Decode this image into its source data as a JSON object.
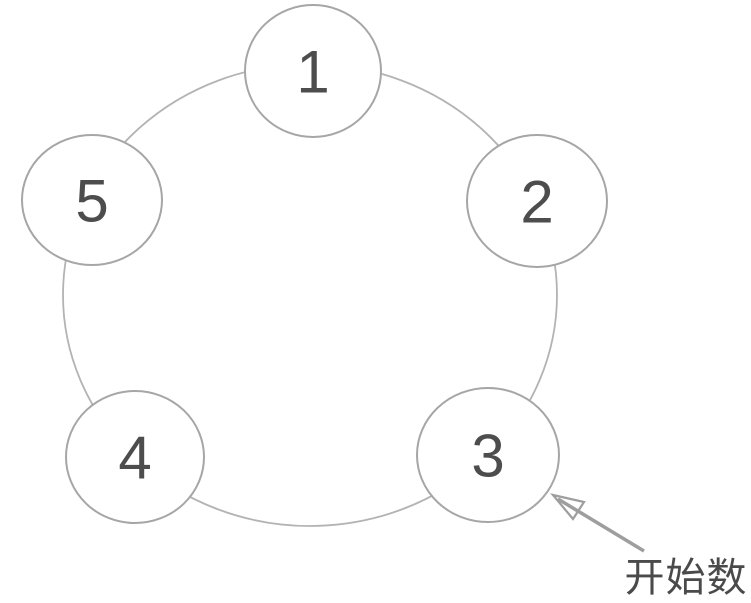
{
  "diagram": {
    "kind": "counting-circle",
    "nodes": [
      {
        "label": "1"
      },
      {
        "label": "2"
      },
      {
        "label": "3"
      },
      {
        "label": "4"
      },
      {
        "label": "5"
      }
    ],
    "annotation": {
      "label": "开始数",
      "points_to_node": "3"
    }
  },
  "colors": {
    "background": "#ffffff",
    "ring_stroke": "#b3b3b3",
    "node_stroke": "#a6a6a6",
    "node_fill": "#ffffff",
    "number_text": "#4d4d4d",
    "arrow": "#9e9e9e",
    "annotation_text": "#4a4a4a"
  }
}
